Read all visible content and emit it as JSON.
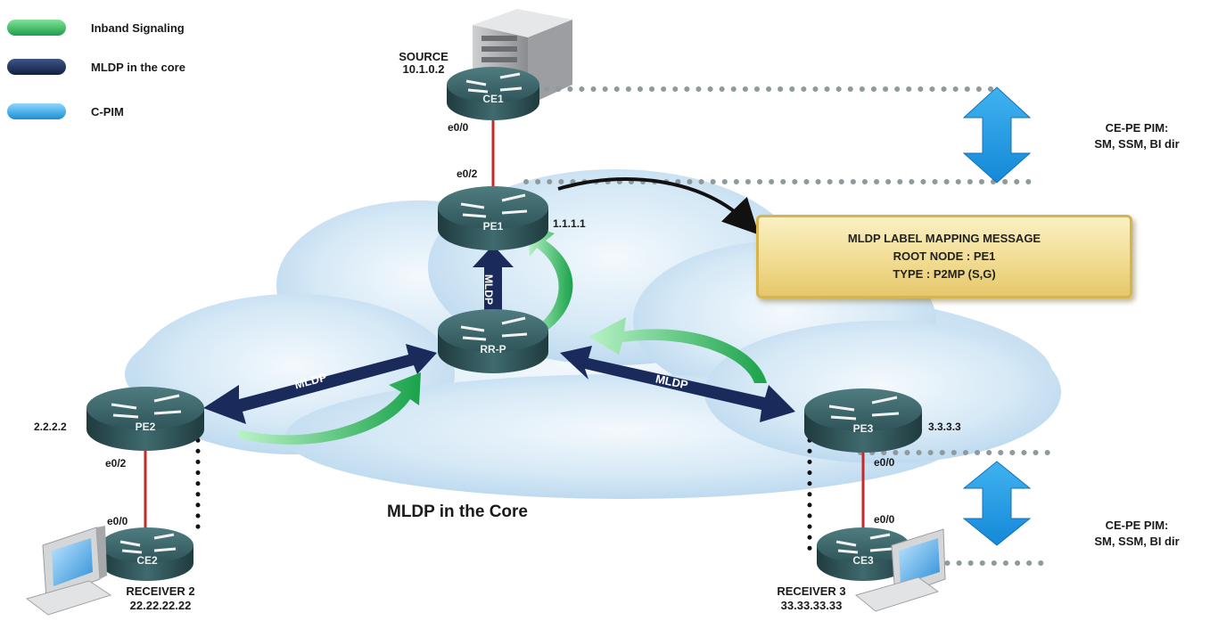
{
  "legend": [
    {
      "label": "Inband Signaling",
      "color": "#2fbf5e"
    },
    {
      "label": "MLDP in the core",
      "color": "#1d2e5a"
    },
    {
      "label": "C-PIM",
      "color": "#2ea7e8"
    }
  ],
  "source": {
    "title": "SOURCE",
    "ip": "10.1.0.2"
  },
  "routers": {
    "ce1": "CE1",
    "pe1": "PE1",
    "rrp": "RR-P",
    "pe2": "PE2",
    "pe3": "PE3",
    "ce2": "CE2",
    "ce3": "CE3"
  },
  "interfaces": {
    "ce1_e00": "e0/0",
    "pe1_e02": "e0/2",
    "pe2_e02": "e0/2",
    "ce2_e00": "e0/0",
    "pe3_e00": "e0/0",
    "ce3_e00": "e0/0"
  },
  "loopbacks": {
    "pe1": "1.1.1.1",
    "pe2": "2.2.2.2",
    "pe3": "3.3.3.3"
  },
  "links": {
    "vertical": "MLDP",
    "left": "MLDP",
    "right": "MLDP"
  },
  "message_box": {
    "line1": "MLDP LABEL MAPPING MESSAGE",
    "line2": "ROOT NODE : PE1",
    "line3": "TYPE : P2MP (S,G)"
  },
  "pim_top": {
    "line1": "CE-PE PIM:",
    "line2": "SM, SSM, BI dir"
  },
  "pim_bottom": {
    "line1": "CE-PE PIM:",
    "line2": "SM, SSM, BI dir"
  },
  "cloud_title": "MLDP in the Core",
  "receiver2": {
    "title": "RECEIVER 2",
    "ip": "22.22.22.22"
  },
  "receiver3": {
    "title": "RECEIVER 3",
    "ip": "33.33.33.33"
  }
}
